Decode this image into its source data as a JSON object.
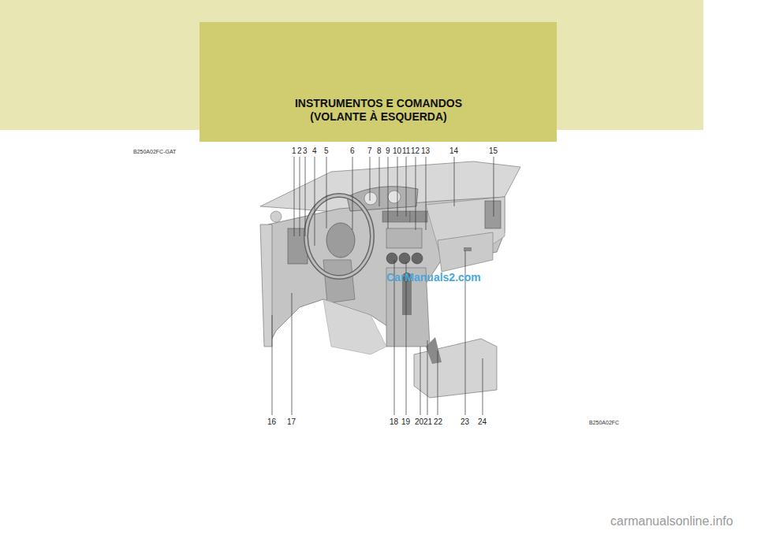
{
  "diagram": {
    "title": "INSTRUMENTOS E COMANDOS (VOLANTE À ESQUERDA)",
    "labels": [
      "B250A02FC-GAT",
      "1",
      "2",
      "3",
      "4",
      "5",
      "6",
      "7",
      "8",
      "9",
      "10",
      "11",
      "12",
      "13",
      "14",
      "15",
      "16",
      "17",
      "18",
      "19",
      "20",
      "21",
      "22",
      "23",
      "24",
      "B250A02FC",
      "CarManuals2.com",
      "carmanualsonline.info"
    ]
  }
}
